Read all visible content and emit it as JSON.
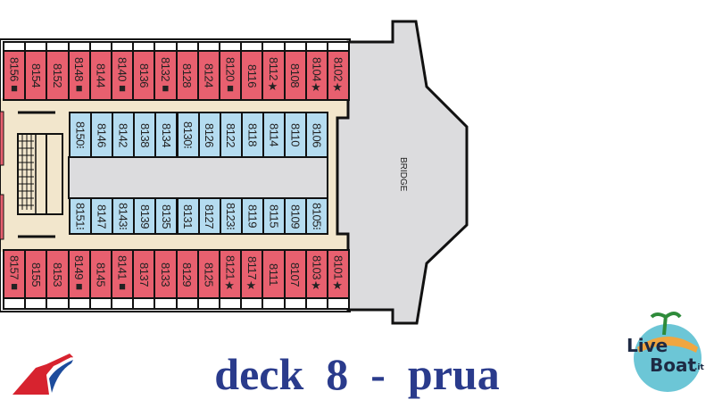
{
  "title": "deck  8  -  prua",
  "bridge_label": "BRIDGE",
  "colors": {
    "exterior": "#e8606f",
    "interior": "#b5dcf0",
    "corridor": "#f2e6cc",
    "bridge": "#dcdcde",
    "title": "#2a3b8c"
  },
  "cabins": {
    "top_exterior": [
      "8156■",
      "8154",
      "8152",
      "8148■",
      "8144",
      "8140■",
      "8136",
      "8132■",
      "8128",
      "8124",
      "8120■",
      "8116",
      "8112★",
      "8108",
      "8104★",
      "8102★"
    ],
    "top_interior": [
      "8150⁝",
      "8146",
      "8142",
      "8138",
      "8134",
      "8130⁝",
      "8126",
      "8122",
      "8118",
      "8114",
      "8110",
      "8106"
    ],
    "bottom_interior": [
      "8151⁝",
      "8147",
      "8143⁝",
      "8139",
      "8135",
      "8131",
      "8127",
      "8123⁝",
      "8119",
      "8115",
      "8109",
      "8105⁝"
    ],
    "bottom_exterior": [
      "8157■",
      "8155",
      "8153",
      "8149■",
      "8145",
      "8141■",
      "8137",
      "8133",
      "8129",
      "8125",
      "8121★",
      "8117★",
      "8111",
      "8107",
      "8103★",
      "8101★"
    ]
  },
  "logos": {
    "carnival": "carnival-funnel-logo",
    "liveboat": "LiveBoat.it",
    "liveboat_line1": "Live",
    "liveboat_line2": "Boat",
    "liveboat_suffix": ".it"
  }
}
